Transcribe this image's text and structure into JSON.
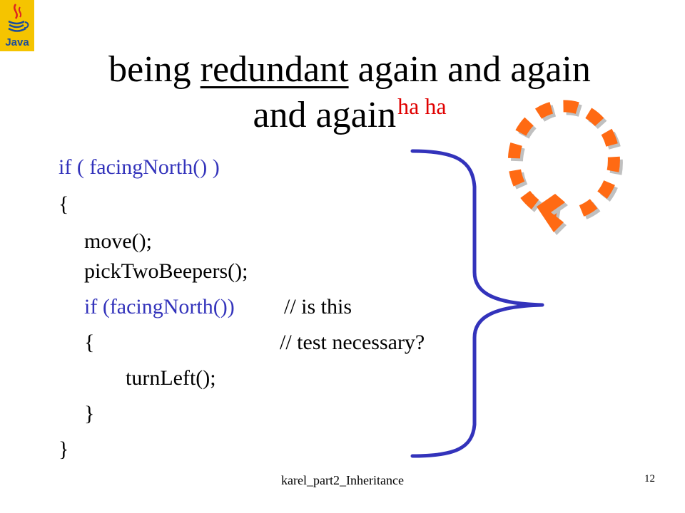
{
  "title": {
    "pre": "being ",
    "underlined": "redundant",
    "post": " again and again",
    "line2": "and again",
    "superscript": "ha ha"
  },
  "code": {
    "l1": "if ( facingNorth() )",
    "l2": "{",
    "l3": "move();",
    "l4": "pickTwoBeepers();",
    "l5_code": "if (facingNorth())",
    "l5_comment": "// is this",
    "l6_code": "{",
    "l6_comment": "// test necessary?",
    "l7": "turnLeft();",
    "l8": "}",
    "l9": "}"
  },
  "footer": {
    "text": "karel_part2_Inheritance",
    "page": "12"
  },
  "colors": {
    "code_blue": "#3333bb",
    "title_accent": "#e00000",
    "brace": "#3333bb",
    "arrow_orange": "#ff6a13"
  },
  "icons": {
    "logo": "java-logo-icon",
    "decoration": "circular-arrow-icon"
  }
}
